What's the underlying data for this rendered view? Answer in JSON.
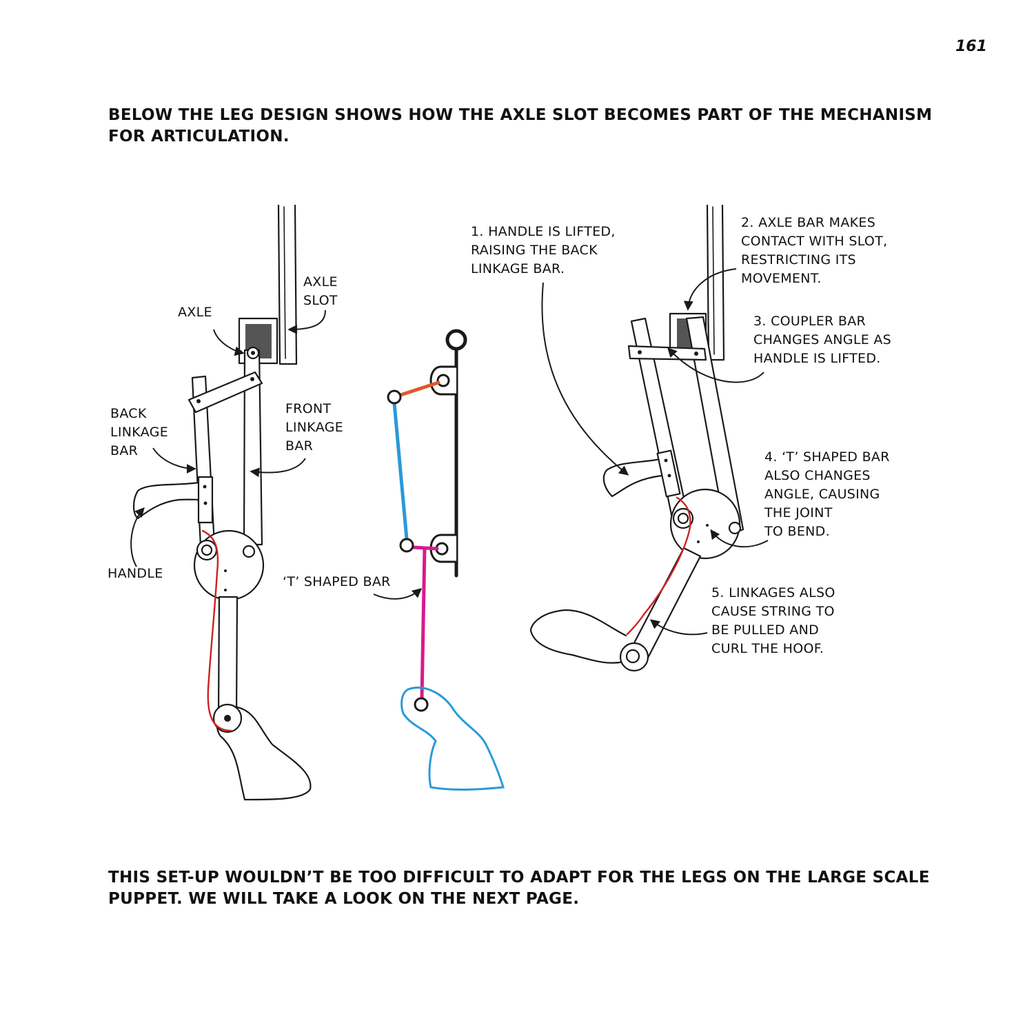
{
  "page_number": "161",
  "heading": "BELOW THE LEG DESIGN SHOWS HOW THE AXLE SLOT BECOMES PART OF THE MECHANISM FOR ARTICULATION.",
  "footer": "THIS SET-UP WOULDN’T BE TOO DIFFICULT TO ADAPT FOR THE LEGS ON THE LARGE SCALE PUPPET. WE WILL TAKE A LOOK ON THE NEXT PAGE.",
  "left_labels": {
    "axle_slot": [
      "AXLE",
      "SLOT"
    ],
    "axle": "AXLE",
    "back_linkage": [
      "BACK",
      "LINKAGE",
      "BAR"
    ],
    "front_linkage": [
      "FRONT",
      "LINKAGE",
      "BAR"
    ],
    "handle": "HANDLE"
  },
  "middle_labels": {
    "t_bar": "‘T’ SHAPED BAR"
  },
  "right_labels": {
    "step1": [
      "1. HANDLE IS LIFTED,",
      "RAISING THE BACK",
      "LINKAGE BAR."
    ],
    "step2": [
      "2. AXLE BAR MAKES",
      "CONTACT WITH SLOT,",
      "RESTRICTING ITS",
      "MOVEMENT."
    ],
    "step3": [
      "3. COUPLER BAR",
      "CHANGES ANGLE AS",
      "HANDLE IS LIFTED."
    ],
    "step4": [
      "4. ‘T’ SHAPED BAR",
      "ALSO CHANGES",
      "ANGLE, CAUSING",
      "THE JOINT",
      "TO BEND."
    ],
    "step5": [
      "5. LINKAGES ALSO",
      "CAUSE STRING TO",
      "BE PULLED AND",
      "CURL THE HOOF."
    ]
  },
  "colors": {
    "ink": "#1a1a1a",
    "slot_fill": "#555555",
    "coupler_orange": "#e0582a",
    "back_bar_blue": "#2a9ad8",
    "t_bar_magenta": "#d81b8c",
    "hoof_blue": "#2a9ad8",
    "string_red": "#cc2222"
  }
}
